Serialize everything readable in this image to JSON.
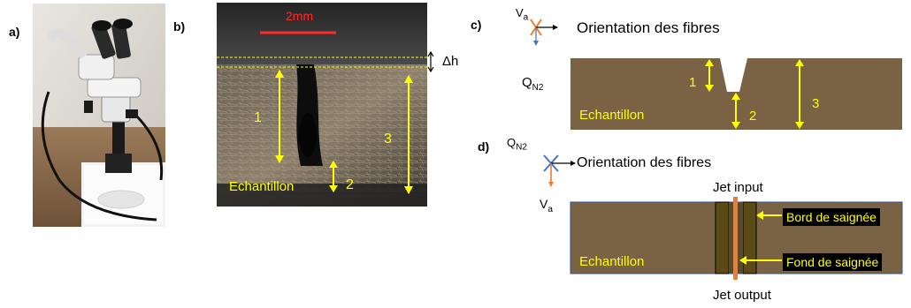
{
  "panels": {
    "a": "a)",
    "b": "b)",
    "c": "c)",
    "d": "d)"
  },
  "panel_b": {
    "scale": "2mm",
    "delta_h": "Δh",
    "n1": "1",
    "n2": "2",
    "n3": "3",
    "sample": "Echantillon"
  },
  "panel_c": {
    "va": "V",
    "va_sub": "a",
    "orientation": "Orientation des fibres",
    "qn2": "Q",
    "qn2_sub": "N2",
    "n1": "1",
    "n2": "2",
    "n3": "3",
    "sample": "Echantillon"
  },
  "panel_d": {
    "qn2": "Q",
    "qn2_sub": "N2",
    "orientation": "Orientation des fibres",
    "va": "V",
    "va_sub": "a",
    "jet_input": "Jet input",
    "jet_output": "Jet output",
    "bord": "Bord de saignée",
    "fond": "Fond de saignée",
    "sample": "Echantillon"
  },
  "colors": {
    "sample_brown": "#7a6245",
    "annotation_yellow": "#ffff00",
    "scale_red": "#ff2a2a",
    "jet_orange": "#ed7d31",
    "kerf_wall": "#5b4a16",
    "vector_blue": "#4472c4"
  },
  "icons": [
    "microscope-photo",
    "axis-cross-icon"
  ]
}
